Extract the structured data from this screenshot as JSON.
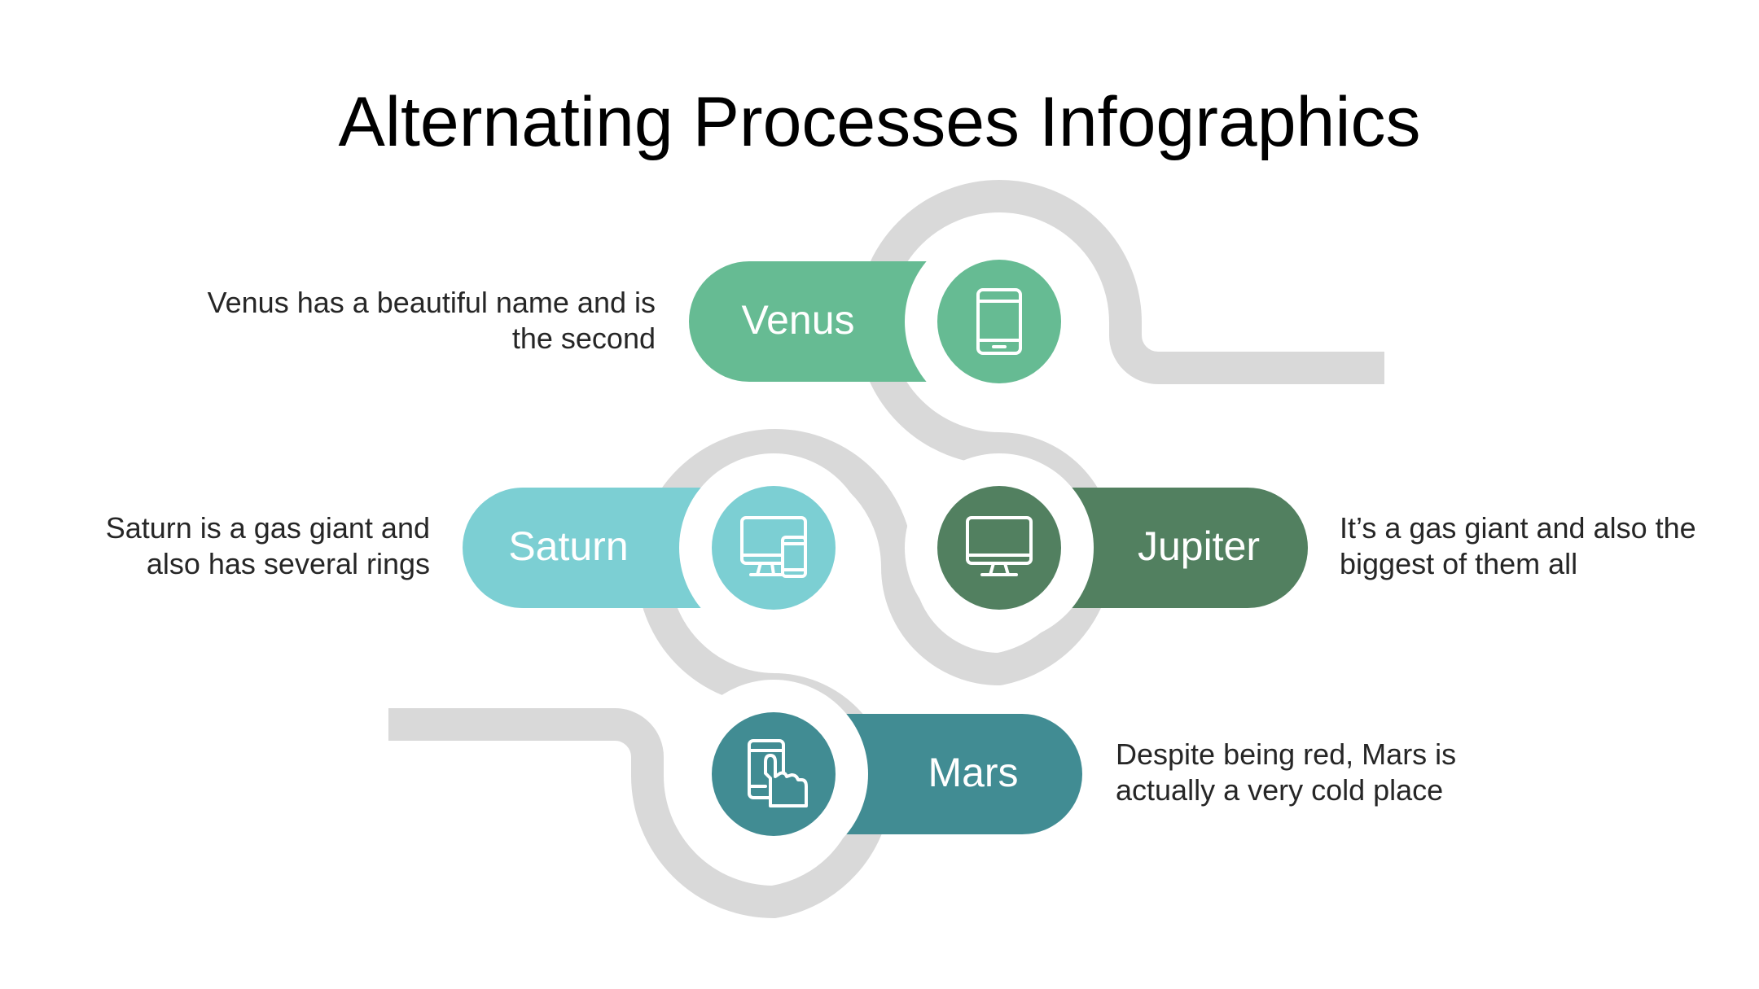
{
  "title": "Alternating Processes Infographics",
  "colors": {
    "track": "#d9d9d9",
    "venus": "#66bb93",
    "saturn": "#7ccfd3",
    "jupiter": "#528060",
    "mars": "#418c93"
  },
  "steps": [
    {
      "id": "venus",
      "label": "Venus",
      "icon": "tablet-icon",
      "description": "Venus has a beautiful name and is the second"
    },
    {
      "id": "saturn",
      "label": "Saturn",
      "icon": "devices-icon",
      "description": "Saturn is a gas giant and also has several rings"
    },
    {
      "id": "jupiter",
      "label": "Jupiter",
      "icon": "monitor-icon",
      "description": "It’s a gas giant and also the biggest of them all"
    },
    {
      "id": "mars",
      "label": "Mars",
      "icon": "touch-phone-icon",
      "description": "Despite being red, Mars is actually a very cold place"
    }
  ]
}
